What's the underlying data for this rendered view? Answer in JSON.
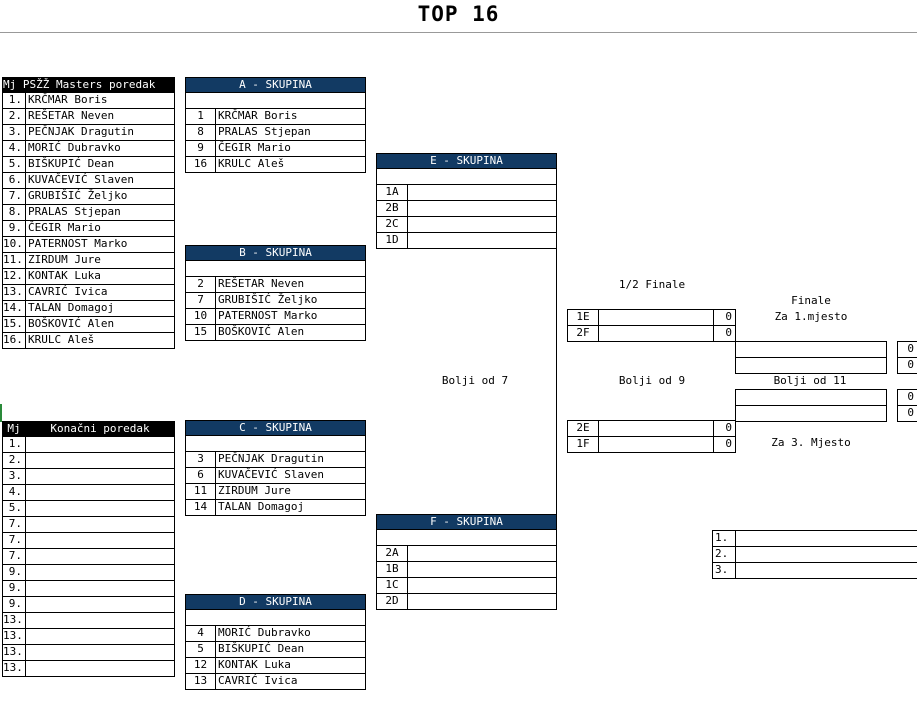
{
  "title": "TOP 16",
  "masters": {
    "header": "Mj PSŽŽ Masters poredak",
    "rows": [
      {
        "pos": "1.",
        "name": "KRČMAR Boris"
      },
      {
        "pos": "2.",
        "name": "REŠETAR Neven"
      },
      {
        "pos": "3.",
        "name": "PEČNJAK Dragutin"
      },
      {
        "pos": "4.",
        "name": "MORIĆ Dubravko"
      },
      {
        "pos": "5.",
        "name": "BIŠKUPIĆ Dean"
      },
      {
        "pos": "6.",
        "name": "KUVAČEVIĆ Slaven"
      },
      {
        "pos": "7.",
        "name": "GRUBIŠIĆ Željko"
      },
      {
        "pos": "8.",
        "name": "PRALAS Stjepan"
      },
      {
        "pos": "9.",
        "name": "ČEGIR Mario"
      },
      {
        "pos": "10.",
        "name": "PATERNOST Marko"
      },
      {
        "pos": "11.",
        "name": "ZIRDUM Jure"
      },
      {
        "pos": "12.",
        "name": "KONTAK Luka"
      },
      {
        "pos": "13.",
        "name": "CAVRIĆ Ivica"
      },
      {
        "pos": "14.",
        "name": "TALAN Domagoj"
      },
      {
        "pos": "15.",
        "name": "BOŠKOVIĆ Alen"
      },
      {
        "pos": "16.",
        "name": "KRULC Aleš"
      }
    ]
  },
  "final_ranking": {
    "header_mj": "Mj",
    "header": "Konačni poredak",
    "rows": [
      "1.",
      "2.",
      "3.",
      "4.",
      "5.",
      "7.",
      "7.",
      "7.",
      "9.",
      "9.",
      "9.",
      "13.",
      "13.",
      "13.",
      "13."
    ]
  },
  "groups": {
    "A": {
      "header": "A - SKUPINA",
      "rows": [
        {
          "seed": "1",
          "name": "KRČMAR Boris"
        },
        {
          "seed": "8",
          "name": "PRALAS Stjepan"
        },
        {
          "seed": "9",
          "name": "ČEGIR Mario"
        },
        {
          "seed": "16",
          "name": "KRULC Aleš"
        }
      ]
    },
    "B": {
      "header": "B - SKUPINA",
      "rows": [
        {
          "seed": "2",
          "name": "REŠETAR Neven"
        },
        {
          "seed": "7",
          "name": "GRUBIŠIĆ Željko"
        },
        {
          "seed": "10",
          "name": "PATERNOST Marko"
        },
        {
          "seed": "15",
          "name": "BOŠKOVIĆ Alen"
        }
      ]
    },
    "C": {
      "header": "C - SKUPINA",
      "rows": [
        {
          "seed": "3",
          "name": "PEČNJAK Dragutin"
        },
        {
          "seed": "6",
          "name": "KUVAČEVIĆ Slaven"
        },
        {
          "seed": "11",
          "name": "ZIRDUM Jure"
        },
        {
          "seed": "14",
          "name": "TALAN Domagoj"
        }
      ]
    },
    "D": {
      "header": "D - SKUPINA",
      "rows": [
        {
          "seed": "4",
          "name": "MORIĆ Dubravko"
        },
        {
          "seed": "5",
          "name": "BIŠKUPIĆ Dean"
        },
        {
          "seed": "12",
          "name": "KONTAK Luka"
        },
        {
          "seed": "13",
          "name": "CAVRIĆ Ivica"
        }
      ]
    },
    "E": {
      "header": "E - SKUPINA",
      "rows": [
        "1A",
        "2B",
        "2C",
        "1D"
      ]
    },
    "F": {
      "header": "F - SKUPINA",
      "rows": [
        "2A",
        "1B",
        "1C",
        "2D"
      ]
    }
  },
  "semis": {
    "label": "1/2 Finale",
    "upper": [
      {
        "code": "1E",
        "score": "0"
      },
      {
        "code": "2F",
        "score": "0"
      }
    ],
    "lower": [
      {
        "code": "2E",
        "score": "0"
      },
      {
        "code": "1F",
        "score": "0"
      }
    ]
  },
  "final": {
    "label": "Finale",
    "sub": "Za 1.mjesto",
    "scores": [
      "0",
      "0"
    ]
  },
  "third": {
    "label": "Za 3. Mjesto",
    "scores": [
      "0",
      "0"
    ]
  },
  "bolji": {
    "b7": "Bolji od 7",
    "b9": "Bolji od 9",
    "b11": "Bolji od 11"
  },
  "podium": [
    "1.",
    "2.",
    "3."
  ]
}
